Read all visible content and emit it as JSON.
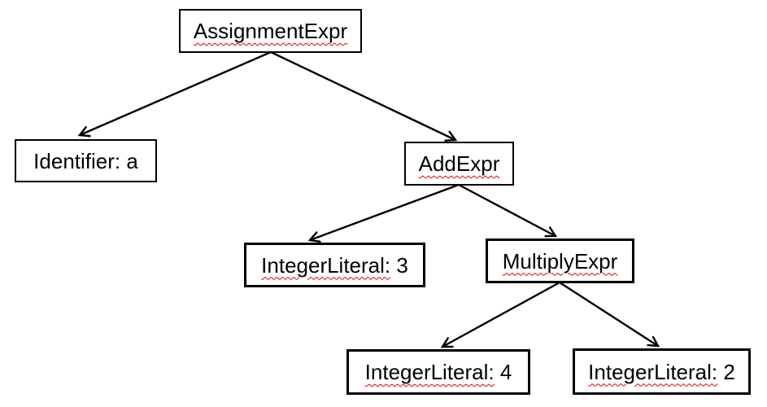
{
  "diagram": {
    "type": "tree",
    "background_color": "#ffffff",
    "node_fill_color": "#ffffff",
    "node_border_color": "#000000",
    "text_color": "#000000",
    "arrow_color": "#000000",
    "spellcheck_underline_color": "#e00000",
    "nodes": [
      {
        "id": "assignmentexpr",
        "label": "AssignmentExpr",
        "label_wavy": "AssignmentExpr",
        "label_rest": "",
        "spellcheck_marked": true
      },
      {
        "id": "identifier-a",
        "label": "Identifier: a",
        "label_wavy": "",
        "label_rest": "Identifier: a",
        "spellcheck_marked": false
      },
      {
        "id": "addexpr",
        "label": "AddExpr",
        "label_wavy": "AddExpr",
        "label_rest": "",
        "spellcheck_marked": true
      },
      {
        "id": "integerliteral-3",
        "label": "IntegerLiteral: 3",
        "label_wavy": "IntegerLiteral:",
        "label_rest": " 3",
        "spellcheck_marked": true
      },
      {
        "id": "multiplyexpr",
        "label": "MultiplyExpr",
        "label_wavy": "MultiplyExpr",
        "label_rest": "",
        "spellcheck_marked": true
      },
      {
        "id": "integerliteral-4",
        "label": "IntegerLiteral: 4",
        "label_wavy": "IntegerLiteral:",
        "label_rest": " 4",
        "spellcheck_marked": true
      },
      {
        "id": "integerliteral-2",
        "label": "IntegerLiteral: 2",
        "label_wavy": "IntegerLiteral:",
        "label_rest": " 2",
        "spellcheck_marked": true
      }
    ],
    "edges": [
      {
        "from": "assignmentexpr",
        "to": "identifier-a"
      },
      {
        "from": "assignmentexpr",
        "to": "addexpr"
      },
      {
        "from": "addexpr",
        "to": "integerliteral-3"
      },
      {
        "from": "addexpr",
        "to": "multiplyexpr"
      },
      {
        "from": "multiplyexpr",
        "to": "integerliteral-4"
      },
      {
        "from": "multiplyexpr",
        "to": "integerliteral-2"
      }
    ]
  }
}
